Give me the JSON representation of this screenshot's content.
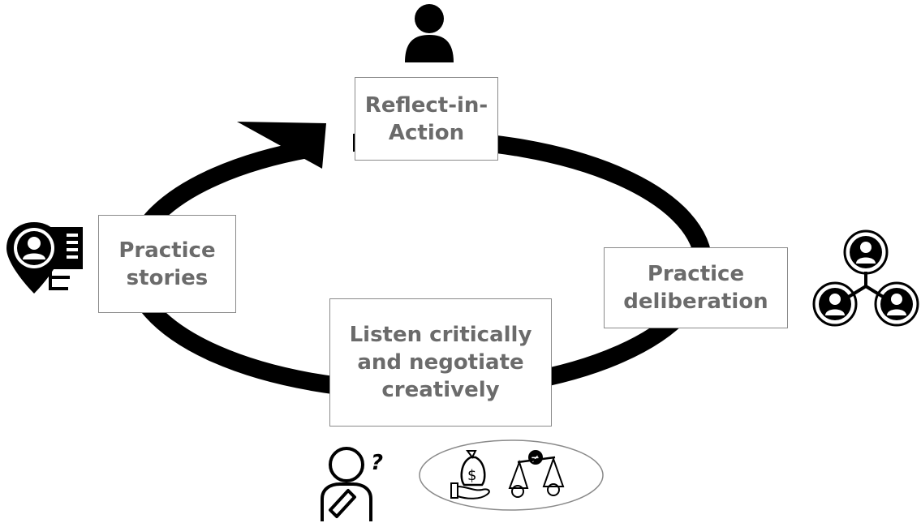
{
  "diagram": {
    "stages": {
      "reflect": {
        "line1": "Reflect-in-",
        "line2": "Action"
      },
      "deliberation": {
        "line1": "Practice",
        "line2": "deliberation"
      },
      "listen": {
        "line1": "Listen critically",
        "line2": "and negotiate",
        "line3": "creatively"
      },
      "stories": {
        "line1": "Practice",
        "line2": "stories"
      }
    },
    "icons": {
      "reflect": "person-icon",
      "deliberation": "group-network-icon",
      "listen": "thinking-person-question-icon",
      "negotiate": "money-bag-and-balance-scale-icon",
      "stories": "location-profile-document-icon"
    },
    "colors": {
      "cycle": "#000000",
      "box_text": "#6b6b6b",
      "box_border": "#8a8a8a"
    },
    "icon_glyphs": {
      "dollar": "$",
      "question": "?",
      "not_equal": "≠"
    }
  }
}
